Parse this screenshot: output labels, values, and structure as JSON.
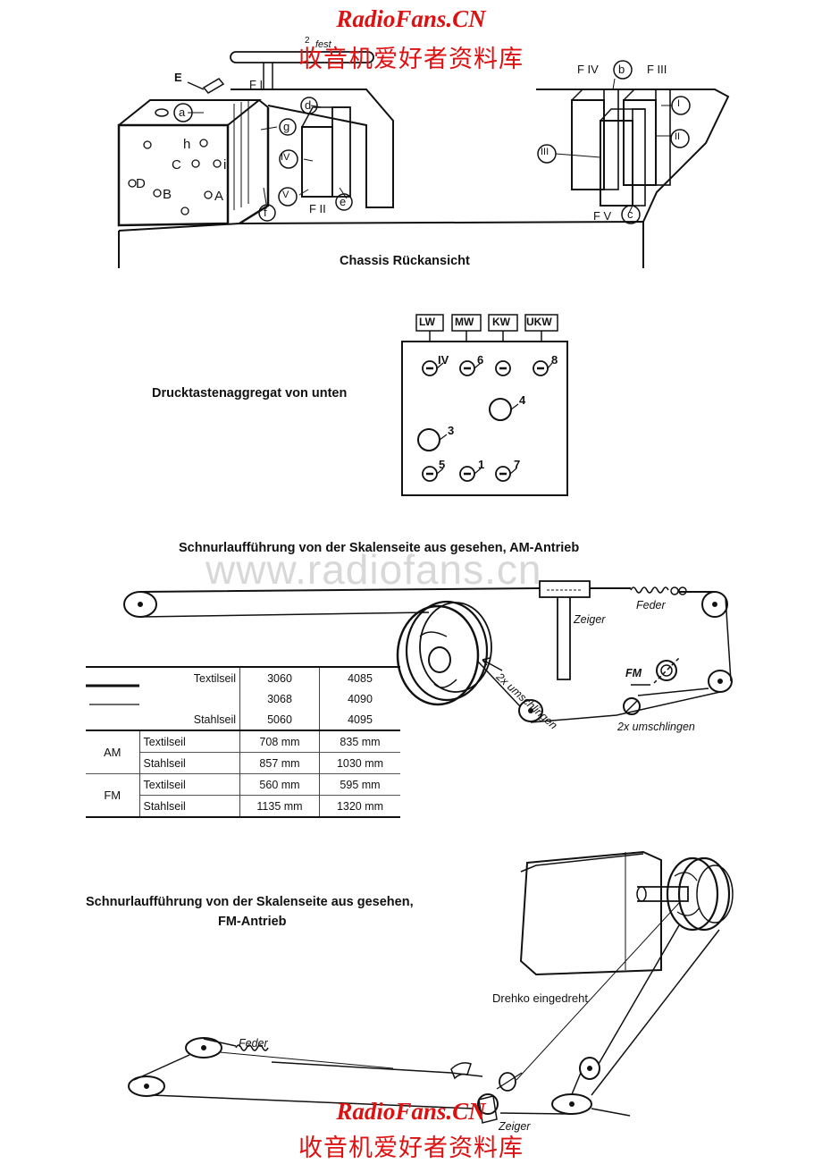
{
  "watermark": {
    "site_top": "RadioFans.CN",
    "cn_top": "收音机爱好者资料库",
    "site_bottom": "RadioFans.CN",
    "cn_bottom": "收音机爱好者资料库",
    "gray": "www.radiofans.cn"
  },
  "chassis": {
    "caption": "Chassis Rückansicht",
    "labels": [
      "E",
      "a",
      "F I",
      "d",
      "g",
      "IV",
      "V",
      "f",
      "e",
      "F II",
      "2",
      "fest",
      "h",
      "C",
      "i",
      "D",
      "B",
      "A",
      "F IV",
      "b",
      "F III",
      "I",
      "II",
      "III",
      "F V",
      "c"
    ]
  },
  "buttons": {
    "caption": "Drucktastenaggregat von unten",
    "keys": [
      "LW",
      "MW",
      "KW",
      "UKW"
    ],
    "numbers": [
      "IV",
      "6",
      "8",
      "4",
      "3",
      "5",
      "1",
      "7"
    ]
  },
  "am": {
    "caption": "Schnurlaufführung von der Skalenseite aus gesehen, AM-Antrieb",
    "labels": {
      "zeiger": "Zeiger",
      "feder": "Feder",
      "wrap1": "2x umschlingen",
      "fm": "FM",
      "wrap2": "2x umschlingen"
    }
  },
  "table": {
    "legend": [
      "Textilseil",
      "Stahlseil"
    ],
    "models": [
      [
        "3060",
        "4085"
      ],
      [
        "3068",
        "4090"
      ],
      [
        "5060",
        "4095"
      ]
    ],
    "rows": [
      {
        "group": "AM",
        "name": "Textilseil",
        "v1": "708 mm",
        "v2": "835 mm"
      },
      {
        "group": "",
        "name": "Stahlseil",
        "v1": "857 mm",
        "v2": "1030 mm"
      },
      {
        "group": "FM",
        "name": "Textilseil",
        "v1": "560 mm",
        "v2": "595 mm"
      },
      {
        "group": "",
        "name": "Stahlseil",
        "v1": "1135 mm",
        "v2": "1320 mm"
      }
    ]
  },
  "fm": {
    "caption_line1": "Schnurlaufführung von der Skalenseite aus gesehen,",
    "caption_line2": "FM-Antrieb",
    "drehko": "Drehko eingedreht",
    "feder": "Feder",
    "zeiger": "Zeiger"
  }
}
